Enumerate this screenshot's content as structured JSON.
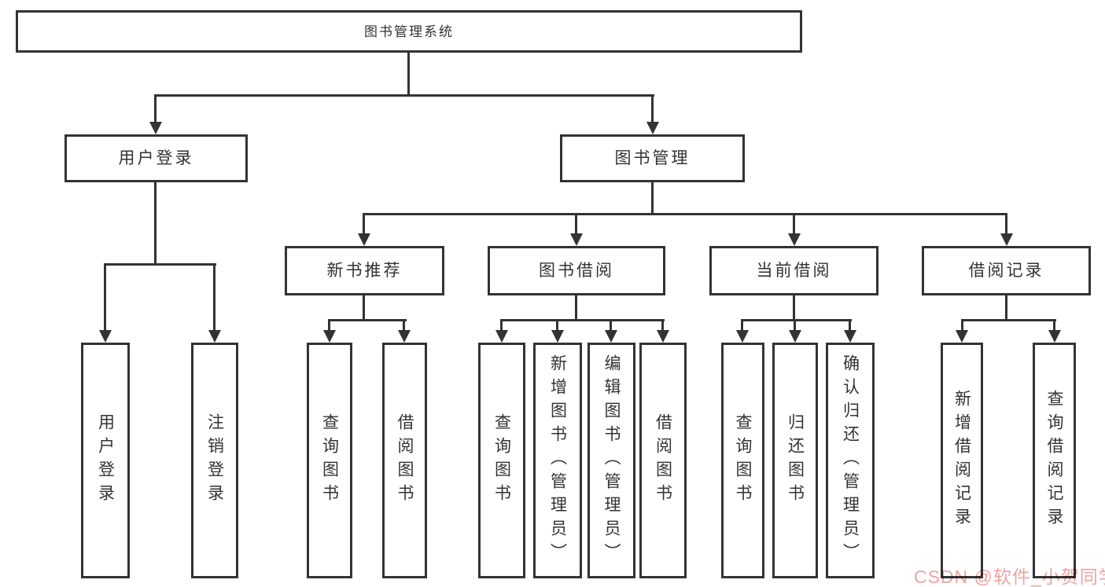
{
  "tree": {
    "label": "图书管理系统",
    "children": [
      {
        "label": "用户登录",
        "children": [
          {
            "label": "用户登录"
          },
          {
            "label": "注销登录"
          }
        ]
      },
      {
        "label": "图书管理",
        "children": [
          {
            "label": "新书推荐",
            "children": [
              {
                "label": "查询图书"
              },
              {
                "label": "借阅图书"
              }
            ]
          },
          {
            "label": "图书借阅",
            "children": [
              {
                "label": "查询图书"
              },
              {
                "label": "新增图书（管理员）"
              },
              {
                "label": "编辑图书（管理员）"
              },
              {
                "label": "借阅图书"
              }
            ]
          },
          {
            "label": "当前借阅",
            "children": [
              {
                "label": "查询图书"
              },
              {
                "label": "归还图书"
              },
              {
                "label": "确认归还（管理员）"
              }
            ]
          },
          {
            "label": "借阅记录",
            "children": [
              {
                "label": "新增借阅记录"
              },
              {
                "label": "查询借阅记录"
              }
            ]
          }
        ]
      }
    ]
  },
  "watermark": {
    "text": "CSDN @软件_小贺同学",
    "color": "#f0a2a2"
  },
  "colors": {
    "line": "#333333",
    "text": "#333333",
    "background": "#ffffff"
  }
}
